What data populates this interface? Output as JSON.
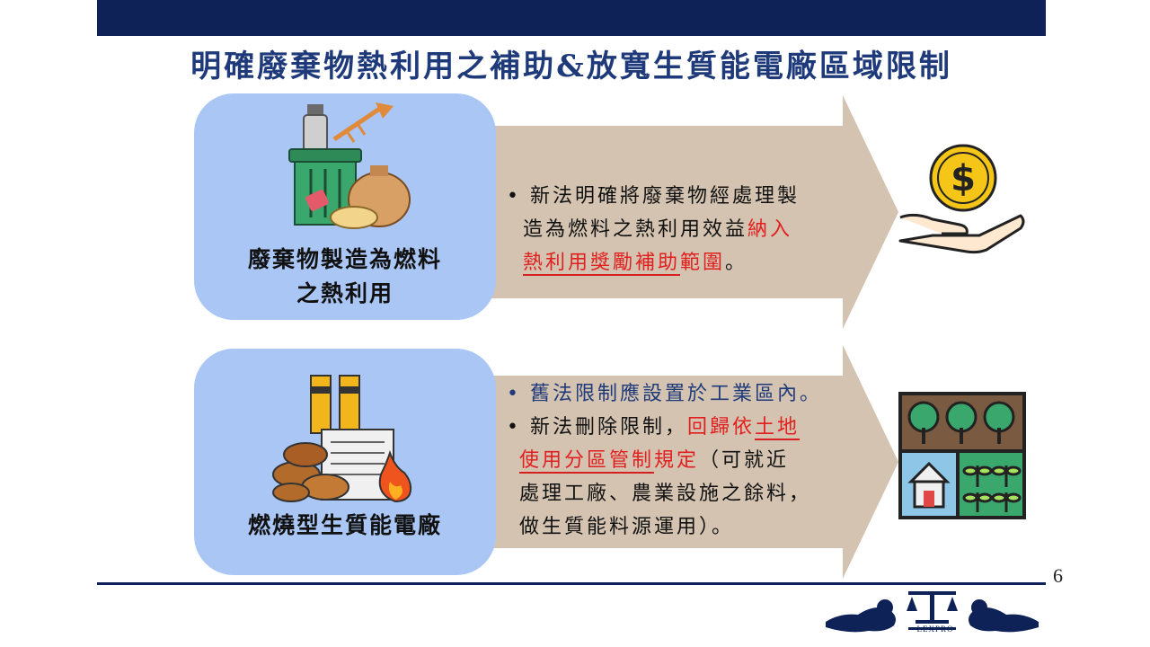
{
  "slide": {
    "title": "明確廢棄物熱利用之補助&放寬生質能電廠區域限制",
    "page_number": "6",
    "logo_text": "LEXPRO"
  },
  "row1": {
    "card_label_line1": "廢棄物製造為燃料",
    "card_label_line2": "之熱利用",
    "icon_left": "waste-fuel-icon",
    "icon_right": "money-hand-icon",
    "bullet": {
      "line1": "• 新法明確將廢棄物經處理製",
      "line2_a": "造為燃料之熱利用效益",
      "line2_b": "納入",
      "line3_a": "熱利用獎勵補助",
      "line3_b": "範圍",
      "line3_c": "。"
    }
  },
  "row2": {
    "card_label": "燃燒型生質能電廠",
    "icon_left": "biomass-plant-icon",
    "icon_right": "land-zoning-icon",
    "bullet1": "• 舊法限制應設置於工業區內。",
    "bullet2": {
      "line1_a": "• 新法刪除限制，",
      "line1_b": "回歸依",
      "line1_c": "土地",
      "line2_a": "使用分區管制",
      "line2_b": "規定",
      "line2_c": "（可就近",
      "line3": "處理工廠、農業設施之餘料，",
      "line4": "做生質能料源運用）。"
    }
  },
  "colors": {
    "navy": "#0f2257",
    "title": "#1f3a7a",
    "card": "#a9c6f5",
    "arrow": "#d3c3b0",
    "highlight": "#e21f1f"
  }
}
